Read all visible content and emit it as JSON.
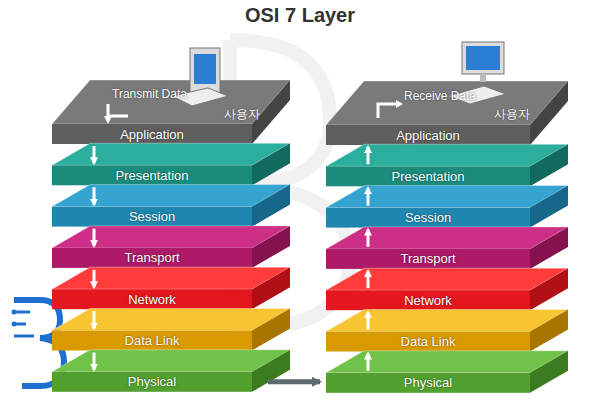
{
  "diagram": {
    "title": "OSI 7 Layer",
    "nodes": [
      {
        "text": [
          "Application"
        ]
      },
      {
        "text": [
          "Presentation"
        ]
      },
      {
        "text": [
          "Session"
        ]
      },
      {
        "text": [
          "Transport"
        ]
      },
      {
        "text": [
          "Network"
        ]
      },
      {
        "text": [
          "Data Link"
        ]
      },
      {
        "text": [
          "Physical"
        ]
      },
      {
        "text": [
          "Application"
        ]
      },
      {
        "text": [
          "Presentation"
        ]
      },
      {
        "text": [
          "Session"
        ]
      },
      {
        "text": [
          "Transport"
        ]
      },
      {
        "text": [
          "Network"
        ]
      },
      {
        "text": [
          "Data Link"
        ]
      },
      {
        "text": [
          "Physical"
        ]
      }
    ],
    "edges": [
      {
        "from": 0,
        "to": 1,
        "arrow": "to"
      },
      {
        "from": 1,
        "to": 2,
        "arrow": "to"
      },
      {
        "from": 2,
        "to": 3,
        "arrow": "to"
      },
      {
        "from": 3,
        "to": 4,
        "arrow": "to"
      },
      {
        "from": 4,
        "to": 5,
        "arrow": "to"
      },
      {
        "from": 5,
        "to": 6,
        "arrow": "to"
      },
      {
        "from": 6,
        "to": 13,
        "arrow": "to"
      },
      {
        "from": 13,
        "to": 12,
        "arrow": "to"
      },
      {
        "from": 12,
        "to": 11,
        "arrow": "to"
      },
      {
        "from": 11,
        "to": 10,
        "arrow": "to"
      },
      {
        "from": 10,
        "to": 9,
        "arrow": "to"
      },
      {
        "from": 9,
        "to": 8,
        "arrow": "to"
      },
      {
        "from": 8,
        "to": 7,
        "arrow": "to"
      }
    ],
    "labels": [
      "Transmit Data",
      "사용자",
      "Receive Data",
      "사용자"
    ]
  }
}
